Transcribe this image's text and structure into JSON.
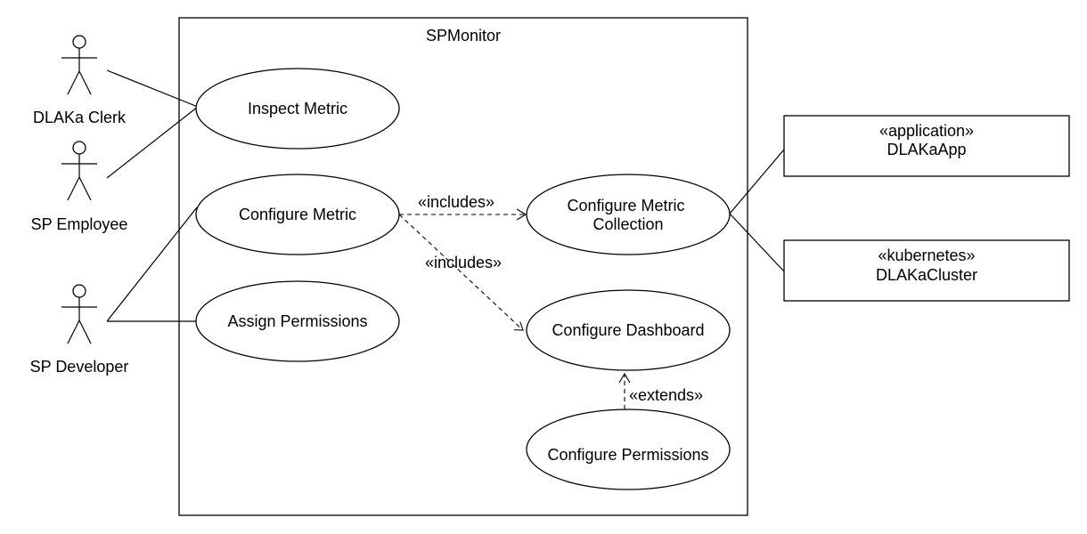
{
  "system": {
    "name": "SPMonitor"
  },
  "actors": {
    "clerk": {
      "label": "DLAKa Clerk"
    },
    "employee": {
      "label": "SP Employee"
    },
    "developer": {
      "label": "SP Developer"
    }
  },
  "use_cases": {
    "inspect_metric": {
      "label": "Inspect Metric"
    },
    "configure_metric": {
      "label": "Configure Metric"
    },
    "assign_permissions": {
      "label": "Assign Permissions"
    },
    "configure_metric_collection": {
      "line1": "Configure Metric",
      "line2": "Collection"
    },
    "configure_dashboard": {
      "label": "Configure Dashboard"
    },
    "configure_permissions": {
      "label": "Configure Permissions"
    }
  },
  "relationships": {
    "includes_collection": {
      "label": "«includes»"
    },
    "includes_dashboard": {
      "label": "«includes»"
    },
    "extends_permissions": {
      "label": "«extends»"
    }
  },
  "external_systems": {
    "app": {
      "stereotype": "«application»",
      "name": "DLAKaApp"
    },
    "cluster": {
      "stereotype": "«kubernetes»",
      "name": "DLAKaCluster"
    }
  },
  "colors": {
    "stroke": "#000000",
    "fill": "#ffffff"
  }
}
